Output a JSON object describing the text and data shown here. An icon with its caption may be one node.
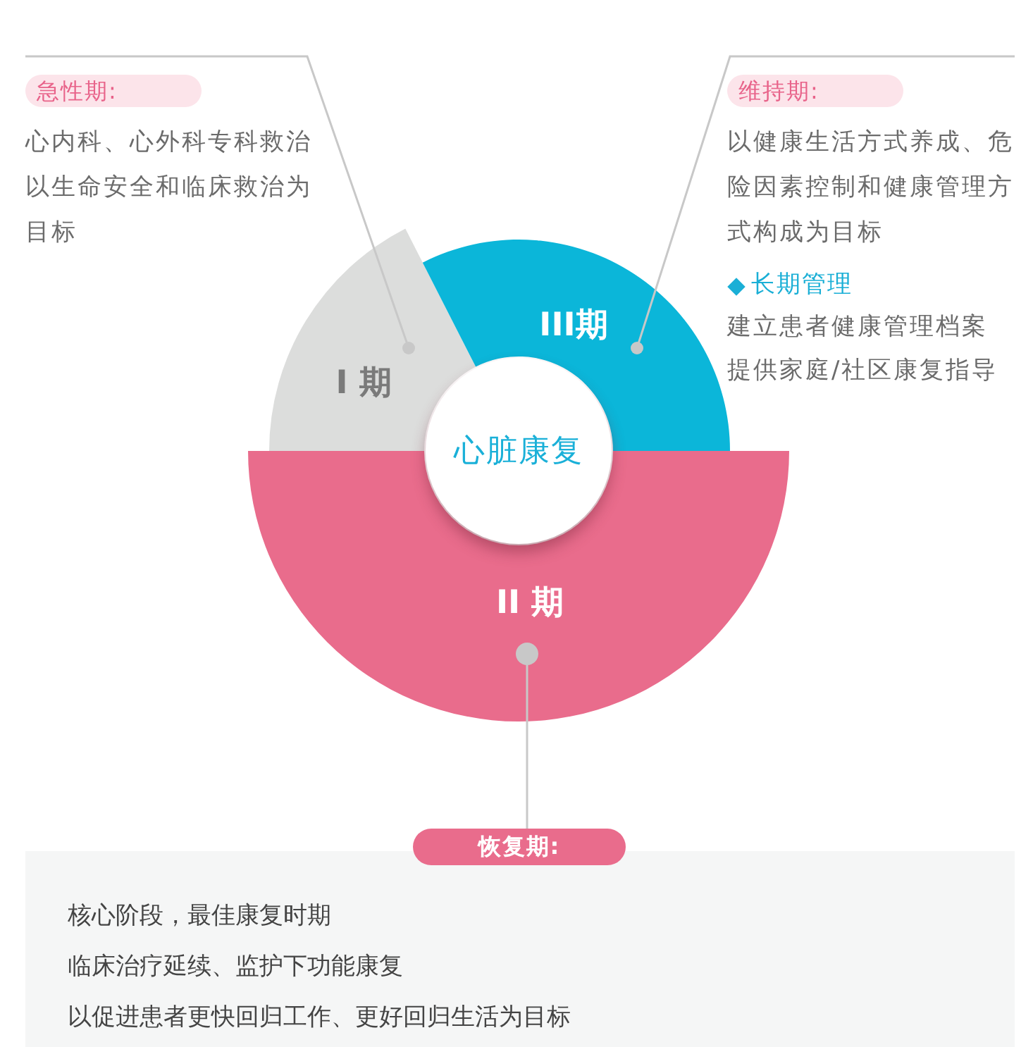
{
  "diagram": {
    "nodes": [
      {
        "text": [
          "I 期"
        ]
      },
      {
        "text": [
          "III期"
        ]
      },
      {
        "text": [
          "II 期"
        ]
      },
      {
        "text": [
          "心脏康复"
        ]
      },
      {
        "text": [
          "急性期:",
          "心内科、心外科专科救治以生命安全和临床救治为目标"
        ]
      },
      {
        "text": [
          "维持期:",
          "以健康生活方式养成、危险因素控制和健康管理方式构成为目标",
          "长期管理",
          "建立患者健康管理档案",
          "提供家庭/社区康复指导"
        ]
      },
      {
        "text": [
          "恢复期:",
          "核心阶段，最佳康复时期",
          "临床治疗延续、监护下功能康复",
          "以促进患者更快回归工作、更好回归生活为目标"
        ]
      }
    ],
    "edges": [
      {
        "from": 4,
        "to": 0,
        "arrow": "other"
      },
      {
        "from": 5,
        "to": 1,
        "arrow": "other"
      },
      {
        "from": 6,
        "to": 2,
        "arrow": "other"
      }
    ]
  }
}
